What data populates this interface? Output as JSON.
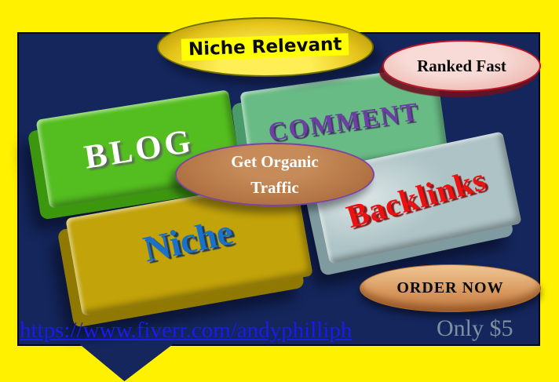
{
  "title_badge": {
    "label": "Niche Relevant"
  },
  "ranked_badge": {
    "label": "Ranked Fast"
  },
  "organic_badge": {
    "line1": "Get Organic",
    "line2": "Traffic"
  },
  "order_badge": {
    "label": "ORDER NOW"
  },
  "tiles": {
    "blog": {
      "label": "BLOG",
      "face_color": "#54BE20",
      "text_color": "#FFFFFF"
    },
    "comment": {
      "label": "COMMENT",
      "face_color": "#69BB86",
      "text_color": "#6B3FA3"
    },
    "niche": {
      "label": "Niche",
      "face_color": "#C2A30A",
      "text_color": "#1A72C8"
    },
    "backlinks": {
      "label": "Backlinks",
      "face_color": "#ADC3C5",
      "text_color": "#EE1111"
    }
  },
  "footer": {
    "link": "https://www.fiverr.com/andyphilliph",
    "price": "Only $5"
  },
  "colors": {
    "background_yellow": "#FFF100",
    "panel_navy": "#14265C",
    "link_blue": "#1A1AF0",
    "price_gray": "#7F90A0",
    "ranked_border_red": "#C01325",
    "organic_border_purple": "#7C42A6"
  }
}
